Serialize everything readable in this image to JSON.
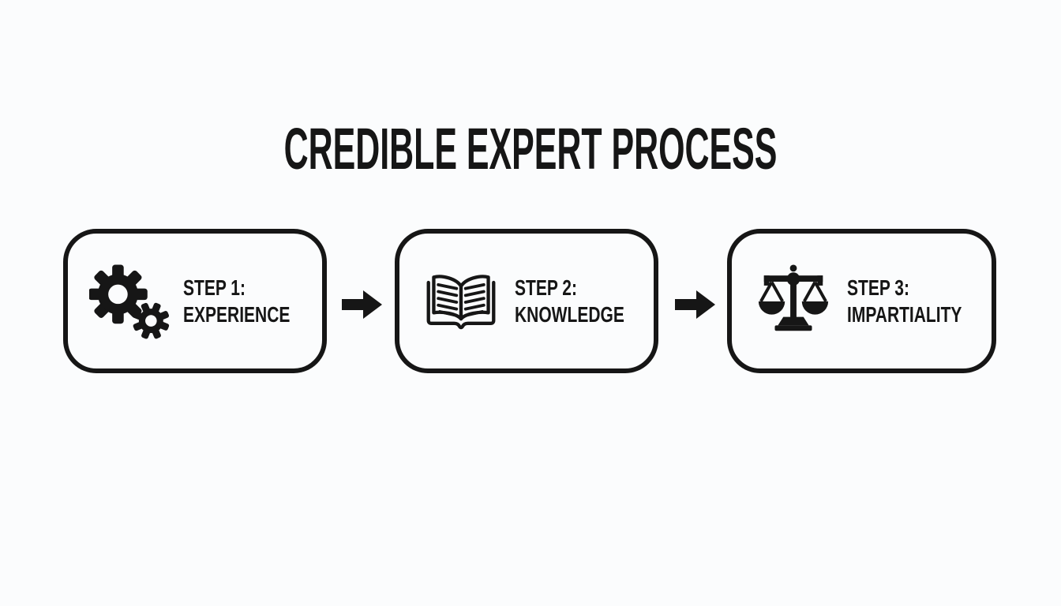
{
  "colors": {
    "background": "#fbfcfd",
    "ink": "#161616"
  },
  "title": "CREDIBLE EXPERT PROCESS",
  "diagram_type": "process-flow",
  "steps": [
    {
      "step_label": "STEP 1:",
      "step_name": "EXPERIENCE",
      "icon": "gears-icon"
    },
    {
      "step_label": "STEP 2:",
      "step_name": "KNOWLEDGE",
      "icon": "open-book-icon"
    },
    {
      "step_label": "STEP 3:",
      "step_name": "IMPARTIALITY",
      "icon": "balance-scale-icon"
    }
  ],
  "connectors": [
    {
      "icon": "arrow-right-icon"
    },
    {
      "icon": "arrow-right-icon"
    }
  ]
}
